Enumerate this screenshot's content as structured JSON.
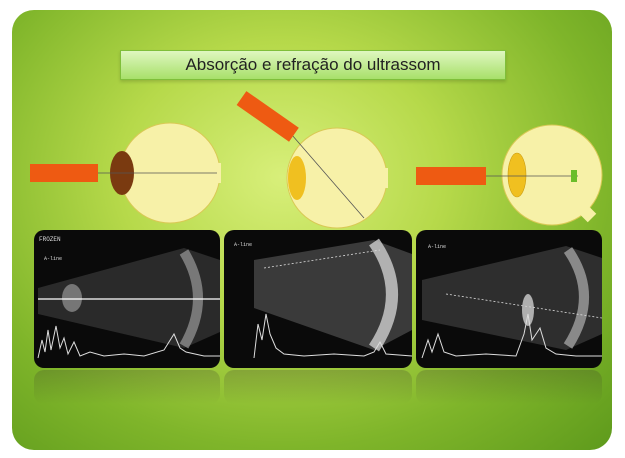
{
  "title": "Absorção e refração do ultrassom",
  "scan_labels": {
    "panel1_top": "FROZEN",
    "panel1_mode": "A-line",
    "panel2_mode": "A-line",
    "panel3_mode": "A-line"
  },
  "colors": {
    "background": "#9bc83a",
    "eye": "#f7f1a8",
    "lens_dark": "#7a3a10",
    "lens_light": "#f0c020",
    "probe": "#ee5a12",
    "title_box": "#bfe88a"
  }
}
